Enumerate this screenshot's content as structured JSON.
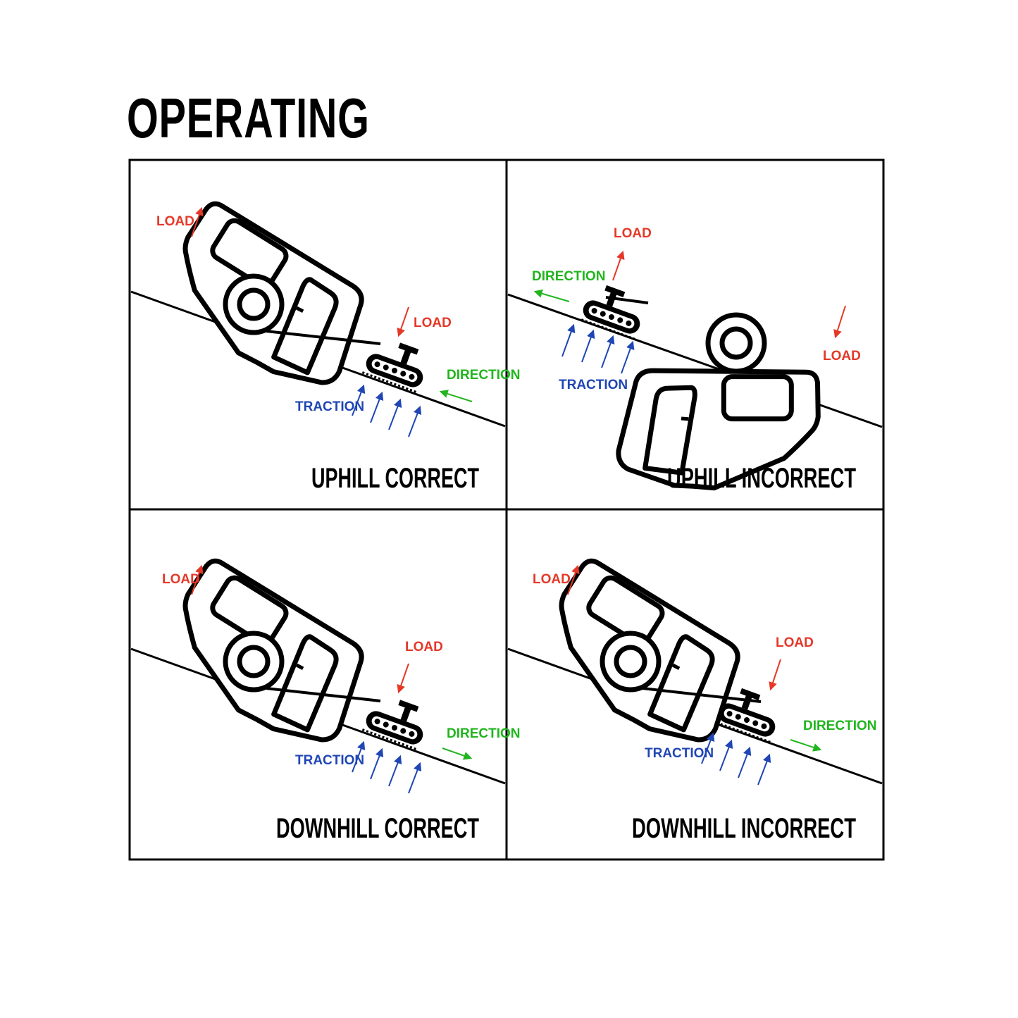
{
  "title": "OPERATING",
  "colors": {
    "load": "#e53828",
    "direction": "#21b51e",
    "traction": "#1f46b4",
    "ink": "#000000"
  },
  "panels": [
    {
      "caption": "UPHILL CORRECT",
      "load_top": "LOAD",
      "load_mid": "LOAD",
      "direction": "DIRECTION",
      "traction": "TRACTION"
    },
    {
      "caption": "UPHILL INCORRECT",
      "load_top": "LOAD",
      "load_mid": "LOAD",
      "direction": "DIRECTION",
      "traction": "TRACTION"
    },
    {
      "caption": "DOWNHILL CORRECT",
      "load_top": "LOAD",
      "load_mid": "LOAD",
      "direction": "DIRECTION",
      "traction": "TRACTION"
    },
    {
      "caption": "DOWNHILL INCORRECT",
      "load_top": "LOAD",
      "load_mid": "LOAD",
      "direction": "DIRECTION",
      "traction": "TRACTION"
    }
  ]
}
